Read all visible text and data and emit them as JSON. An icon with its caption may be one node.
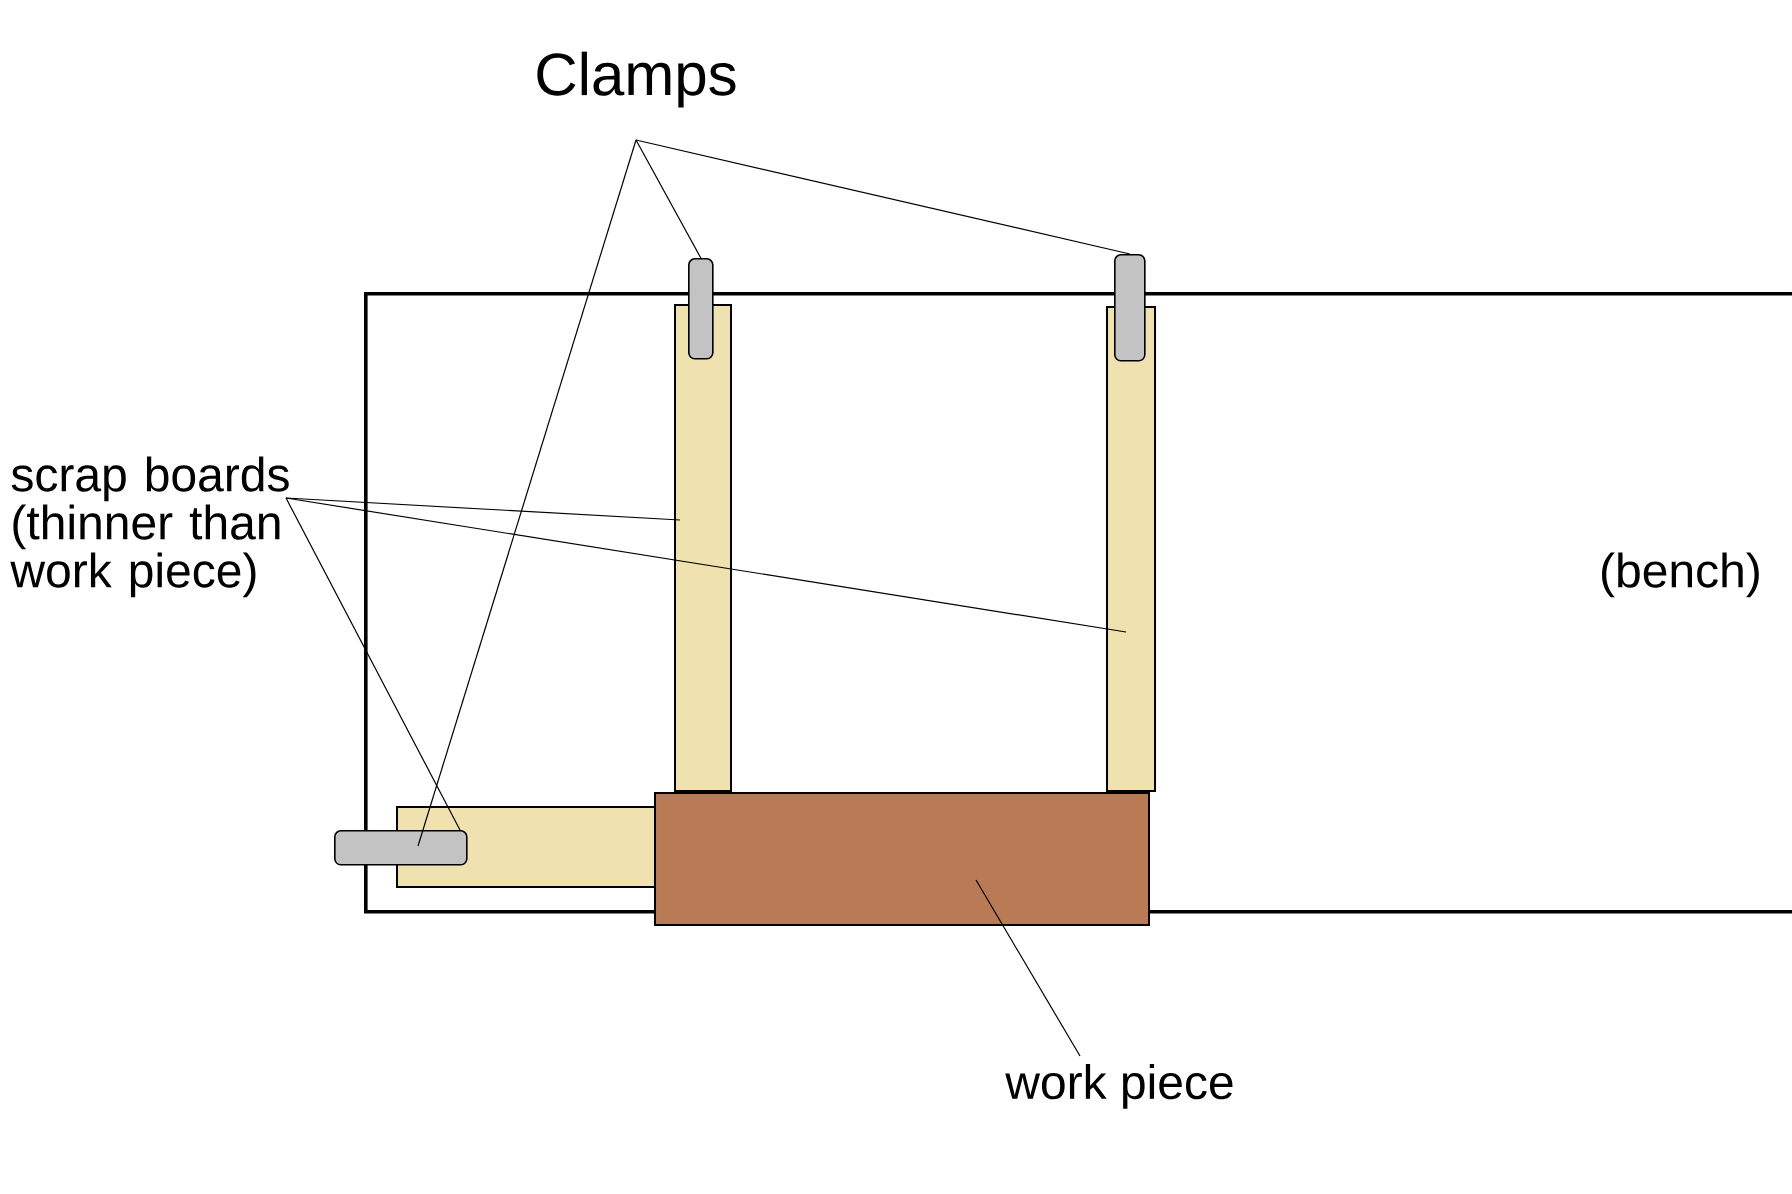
{
  "diagram": {
    "nodes": [
      {
        "text": [
          "Clamps"
        ]
      },
      {
        "text": [
          "scrap boards (thinner than work piece)"
        ]
      },
      {
        "text": [
          "(bench)"
        ]
      },
      {
        "text": [],
        "shape": "bar",
        "in": 2
      },
      {
        "text": [],
        "shape": "bar",
        "in": 2
      },
      {
        "text": [],
        "shape": "bar",
        "in": 2
      },
      {
        "text": [],
        "shape": "box"
      },
      {
        "text": [],
        "shape": "capsule"
      },
      {
        "text": [],
        "shape": "capsule"
      },
      {
        "text": [],
        "shape": "capsule"
      },
      {
        "text": [
          "work piece"
        ]
      }
    ],
    "edges": [
      {
        "from": 0,
        "to": 7,
        "arrow": "none"
      },
      {
        "from": 0,
        "to": 8,
        "arrow": "none"
      },
      {
        "from": 0,
        "to": 9,
        "arrow": "none"
      },
      {
        "from": 1,
        "to": 3,
        "arrow": "none"
      },
      {
        "from": 1,
        "to": 4,
        "arrow": "none"
      },
      {
        "from": 1,
        "to": 5,
        "arrow": "none"
      },
      {
        "from": 10,
        "to": 6,
        "arrow": "none"
      }
    ]
  }
}
